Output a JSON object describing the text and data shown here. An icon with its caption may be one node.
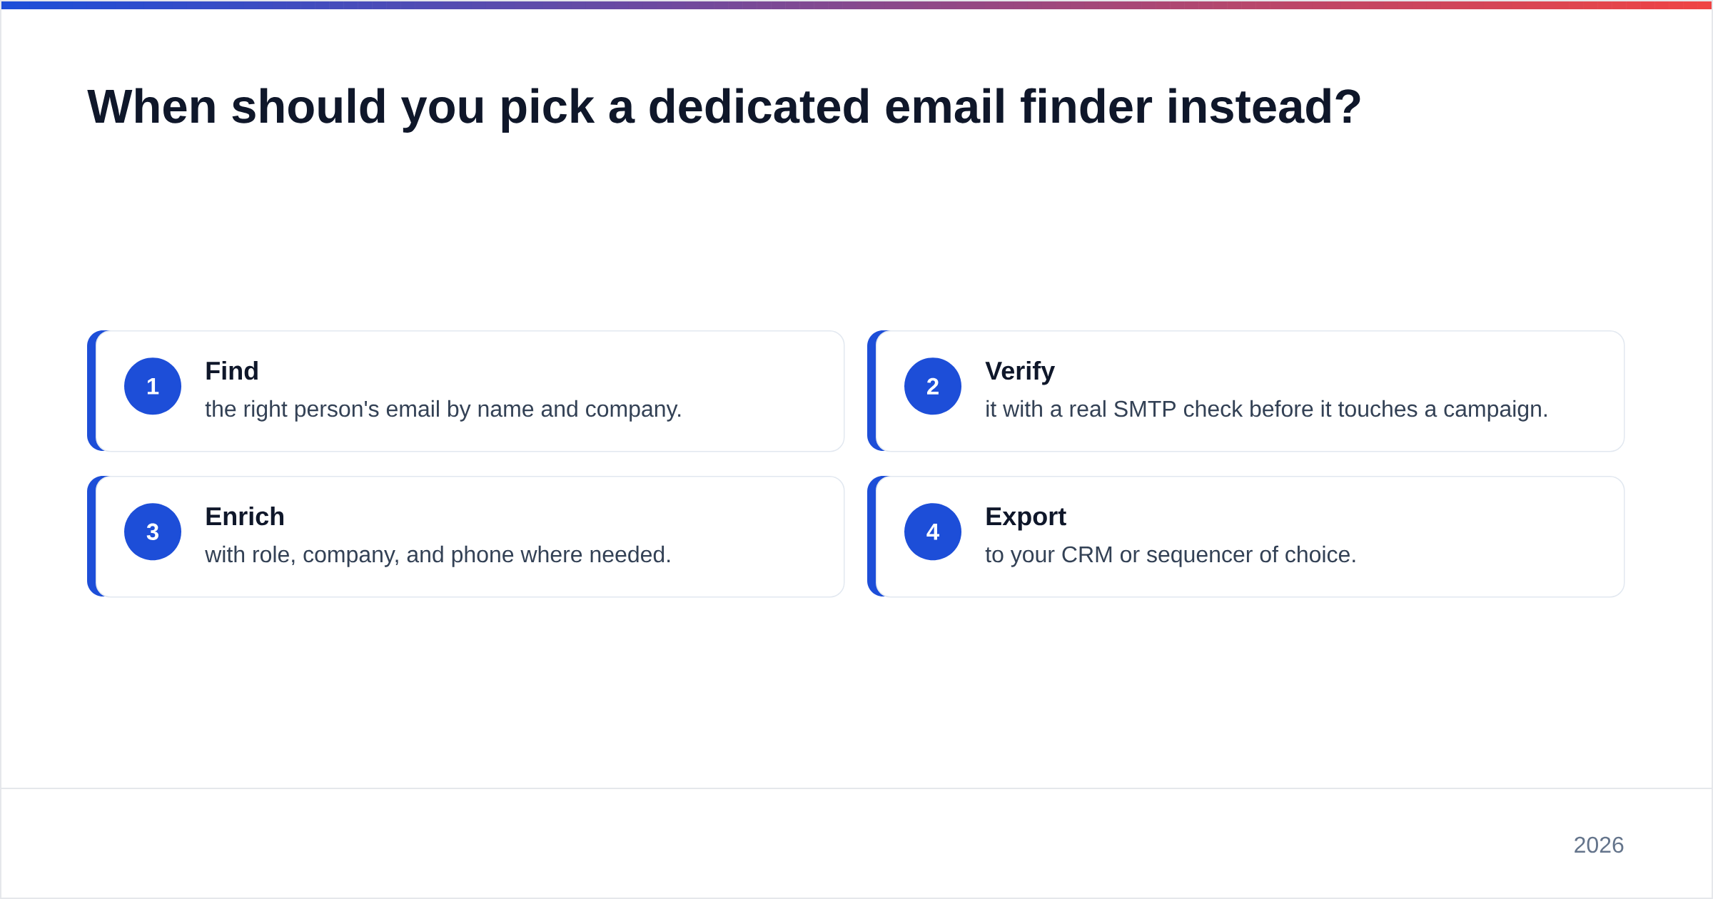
{
  "diagram": {
    "title": "When should you pick a dedicated email finder instead?",
    "nodes": [
      {
        "text": [
          "Find",
          "the right person's email by name and company."
        ]
      },
      {
        "text": [
          "1"
        ],
        "in": 0
      },
      {
        "text": [
          "Verify",
          "it with a real SMTP check before it touches a campaign."
        ]
      },
      {
        "text": [
          "2"
        ],
        "in": 2
      },
      {
        "text": [
          "Enrich",
          "with role, company, and phone where needed."
        ]
      },
      {
        "text": [
          "3"
        ],
        "in": 4
      },
      {
        "text": [
          "Export",
          "to your CRM or sequencer of choice."
        ]
      },
      {
        "text": [
          "4"
        ],
        "in": 6
      }
    ],
    "labels": [
      "2026"
    ]
  }
}
